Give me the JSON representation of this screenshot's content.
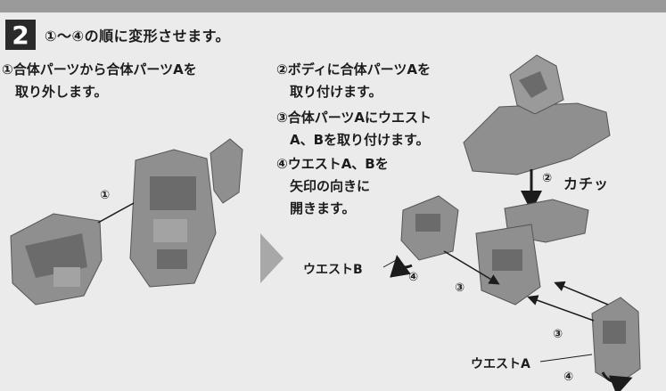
{
  "step": {
    "number": "2",
    "heading": "①〜④の順に変形させます。"
  },
  "instructions": [
    "①合体パーツから合体パーツAを\n　取り外します。",
    "②ボディに合体パーツAを\n　取り付けます。",
    "③合体パーツAにウエスト\n　A、Bを取り付けます。",
    "④ウエストA、Bを\n　矢印の向きに\n　開きます。"
  ],
  "callouts": {
    "remove_step": "①",
    "click_step": "②",
    "click_sound": "カチッ",
    "attach_step_left": "③",
    "attach_step_right": "③",
    "open_step_left": "④",
    "open_step_right": "④",
    "waist_b": "ウエストB",
    "waist_a": "ウエストA"
  },
  "colors": {
    "band": "#9a9a9a",
    "part_fill": "#8f8f8f",
    "part_dark": "#6b6b6b",
    "ink": "#1c1c1c"
  }
}
